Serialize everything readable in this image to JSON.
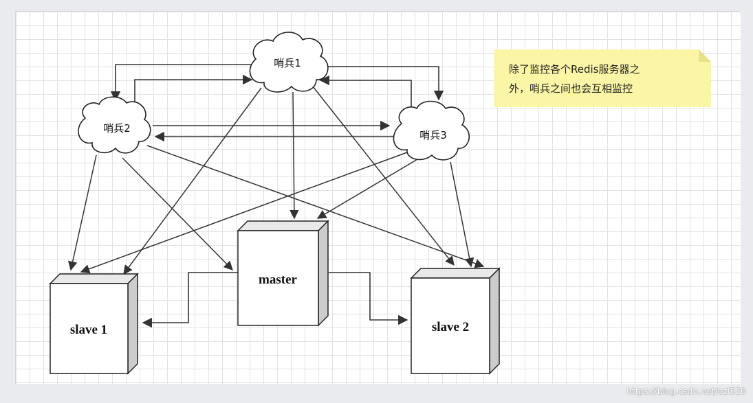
{
  "diagram": {
    "sentinels": [
      {
        "id": "s1",
        "label": "哨兵1"
      },
      {
        "id": "s2",
        "label": "哨兵2"
      },
      {
        "id": "s3",
        "label": "哨兵3"
      }
    ],
    "servers": [
      {
        "id": "master",
        "label": "master"
      },
      {
        "id": "slave1",
        "label": "slave 1"
      },
      {
        "id": "slave2",
        "label": "slave 2"
      }
    ],
    "note": {
      "lines": [
        "除了监控各个Redis服务器之",
        "外，哨兵之间也会互相监控"
      ],
      "background": "#fbf5a6"
    },
    "colors": {
      "cloud_fill": "#ffffff",
      "box_front": "#ffffff",
      "box_top": "#e9e9e9",
      "box_side": "#cccccc",
      "line": "#333333"
    }
  },
  "watermark": "https://blog.csdn.net/ozl520"
}
